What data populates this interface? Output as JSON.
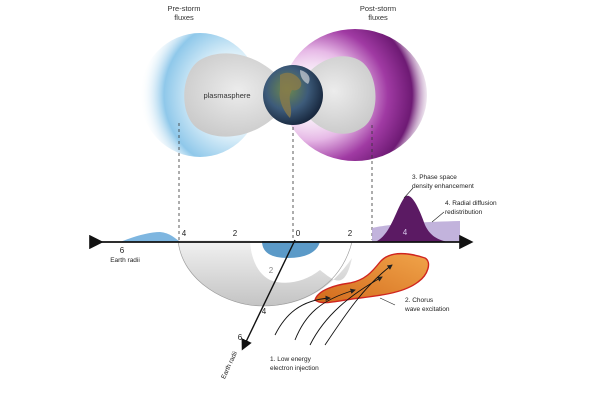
{
  "titles": {
    "pre_storm_line1": "Pre-storm",
    "pre_storm_line2": "fluxes",
    "post_storm_line1": "Post-storm",
    "post_storm_line2": "fluxes"
  },
  "plasmasphere_label": "plasmasphere",
  "axis": {
    "ticks_left": [
      "6",
      "4",
      "2",
      "0",
      "2",
      "4"
    ],
    "earth_radii_label": "Earth radii",
    "diag_ticks": [
      "2",
      "4",
      "6"
    ],
    "diag_label": "Earth radii"
  },
  "annotations": {
    "step1_line1": "1. Low energy",
    "step1_line2": "electron injection",
    "step2_line1": "2. Chorus",
    "step2_line2": "wave excitation",
    "step3_line1": "3. Phase space",
    "step3_line2": "density enhancement",
    "step4_line1": "4. Radial diffusion",
    "step4_line2": "redistribution"
  },
  "colors": {
    "pre_storm": "#8fc8ea",
    "post_storm": "#7a1e7e",
    "plasmasphere": "#d9d9d9",
    "chorus": "#e8892f",
    "chorus_outline": "#d0251f",
    "psd_peak": "#5b1a63",
    "diffusion": "#b7a6d6",
    "axis": "#111111"
  }
}
